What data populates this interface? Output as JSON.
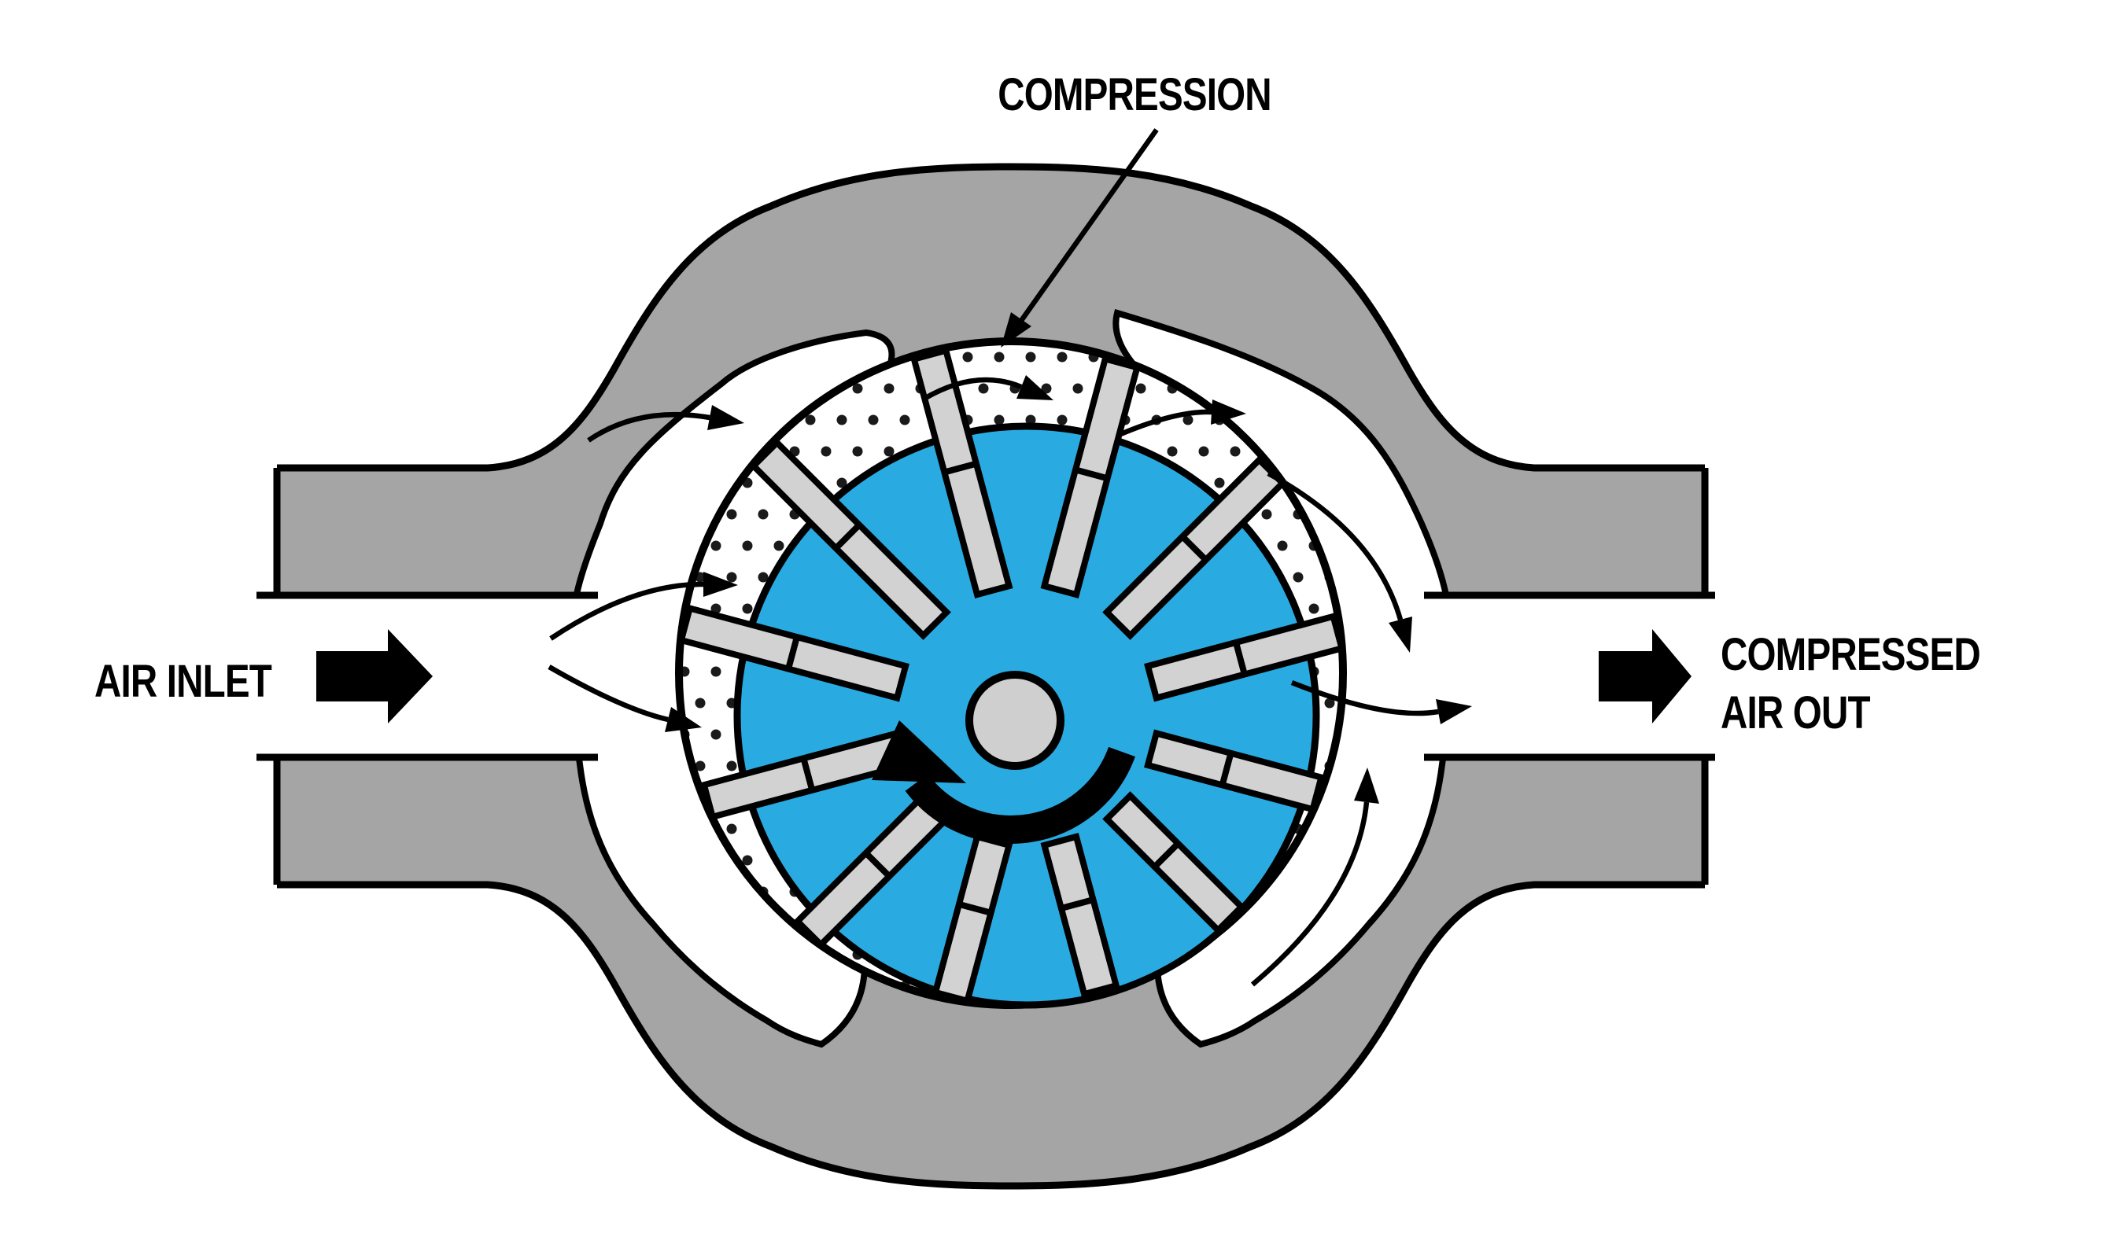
{
  "diagram": {
    "kind": "rotary-vane-compressor-cross-section",
    "compression_label": "COMPRESSION",
    "inlet_label": "AIR INLET",
    "outlet_label_line1": "COMPRESSED",
    "outlet_label_line2": "AIR OUT"
  },
  "colors": {
    "background": "#FFFFFF",
    "housing_gray": "#A5A5A5",
    "vane_gray": "#D2D2D2",
    "hub_gray": "#CFCFCF",
    "rotor_blue": "#29ABE2",
    "outline_black": "#000000",
    "dot_black": "#1A1A1A",
    "text_black": "#000000"
  },
  "icons": {
    "inlet_block_arrow": "right-block-arrow-icon",
    "outlet_block_arrow": "right-block-arrow-icon",
    "rotation_arrow": "clockwise-rotation-arrow-icon",
    "leader_arrow": "compression-leader-arrow-icon",
    "airflow_arrows": "curved-airflow-arrow-icon"
  }
}
